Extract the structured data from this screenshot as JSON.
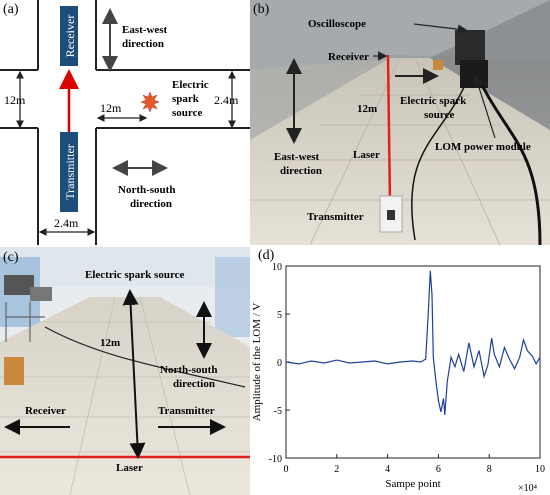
{
  "panel_a": {
    "tag": "(a)",
    "receiver": "Receiver",
    "transmitter": "Transmitter",
    "ew_line1": "East-west",
    "ew_line2": "direction",
    "spark_line1": "Electric",
    "spark_line2": "spark",
    "spark_line3": "source",
    "ns_line1": "North-south",
    "ns_line2": "direction",
    "dim_vertical": "12m",
    "dim_horizontal": "12m",
    "dim_right": "2.4m",
    "dim_bottom": "2.4m"
  },
  "panel_b": {
    "tag": "(b)",
    "oscilloscope": "Oscilloscope",
    "receiver": "Receiver",
    "dist": "12m",
    "spark_line1": "Electric spark",
    "spark_line2": "source",
    "ew_line1": "East-west",
    "ew_line2": "direction",
    "laser": "Laser",
    "lom": "LOM power module",
    "transmitter": "Transmitter"
  },
  "panel_c": {
    "tag": "(c)",
    "spark": "Electric spark source",
    "dist": "12m",
    "ns_line1": "North-south",
    "ns_line2": "direction",
    "receiver": "Receiver",
    "transmitter": "Transmitter",
    "laser": "Laser"
  },
  "panel_d": {
    "tag": "(d)",
    "colors": {
      "line": "#1f3f9e"
    }
  },
  "chart_data": {
    "type": "line",
    "xlabel": "Sampe point",
    "ylabel": "Amplitude of the LOM / V",
    "x_multiplier": "×10⁴",
    "xlim": [
      0,
      10
    ],
    "ylim": [
      -10,
      10
    ],
    "xticks": [
      "0",
      "2",
      "4",
      "6",
      "8",
      "10"
    ],
    "yticks": [
      "10",
      "5",
      "0",
      "-5",
      "-10"
    ],
    "grid": false,
    "series": [
      {
        "x": [
          0,
          0.5,
          1,
          1.5,
          2,
          2.5,
          3,
          3.5,
          4,
          4.5,
          5,
          5.3,
          5.5,
          5.6,
          5.68,
          5.75,
          5.8,
          5.9,
          6.0,
          6.1,
          6.2,
          6.25,
          6.35,
          6.5,
          6.65,
          6.8,
          7.0,
          7.2,
          7.4,
          7.6,
          7.8,
          7.95,
          8.1,
          8.2,
          8.4,
          8.6,
          8.8,
          9.0,
          9.2,
          9.35,
          9.5,
          9.7,
          9.85,
          10
        ],
        "y": [
          0,
          -0.2,
          0.1,
          -0.1,
          0.2,
          -0.1,
          0,
          0.1,
          -0.2,
          0,
          0.1,
          0,
          0.3,
          5,
          9.5,
          7,
          0.5,
          -2,
          -4,
          -5.2,
          -3.8,
          -5.5,
          -2,
          0.5,
          -0.5,
          0.8,
          -1,
          2,
          -0.5,
          1.2,
          -1.5,
          -0.3,
          2.5,
          0.8,
          -0.5,
          1.5,
          0.3,
          -0.7,
          0.5,
          2.3,
          1.2,
          0.6,
          -0.2,
          0.5
        ]
      }
    ]
  }
}
